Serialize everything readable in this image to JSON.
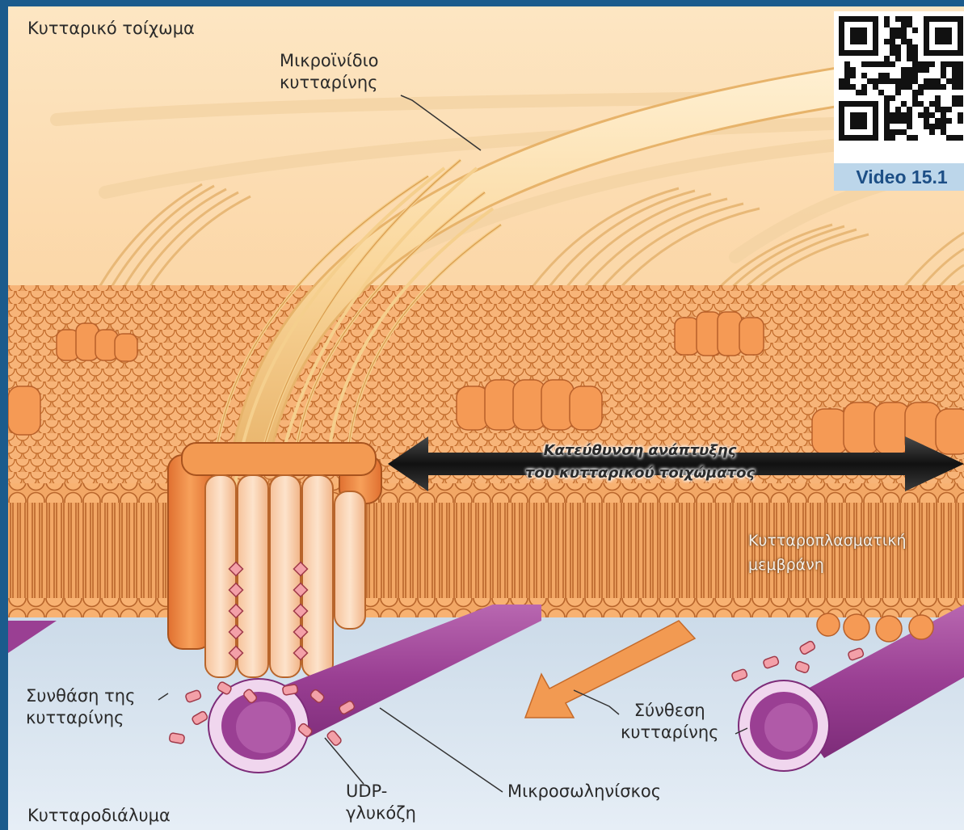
{
  "labels": {
    "cell_wall": "Κυτταρικό τοίχωμα",
    "microfibril_line1": "Μικροϊνίδιο",
    "microfibril_line2": "κυτταρίνης",
    "direction_line1": "Κατεύθυνση ανάπτυξης",
    "direction_line2": "του κυτταρικού τοιχώματος",
    "membrane_line1": "Κυτταροπλασματική",
    "membrane_line2": "μεμβράνη",
    "synthase_line1": "Συνθάση της",
    "synthase_line2": "κυτταρίνης",
    "synthesis_line1": "Σύνθεση",
    "synthesis_line2": "κυτταρίνης",
    "udp_line1": "UDP-",
    "udp_line2": "γλυκόζη",
    "microtubule": "Μικροσωληνίσκος",
    "cytosol": "Κυτταροδιάλυμα"
  },
  "qr": {
    "caption": "Video 15.1"
  },
  "colors": {
    "border": "#1b5b8c",
    "wall": "#fbe6c4",
    "lipid_head": "#f5a560",
    "synthase": "#f08a45",
    "microtubule": "#a0489a",
    "glucose": "#f3a0a8",
    "cytosol": "#dde7f1"
  }
}
